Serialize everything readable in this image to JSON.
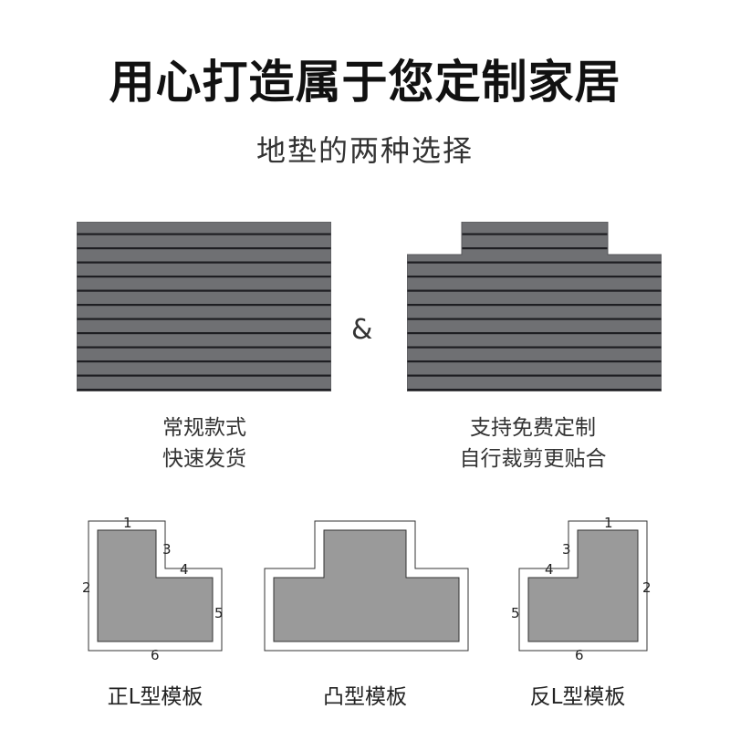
{
  "header": {
    "title": "用心打造属于您定制家居",
    "subtitle": "地垫的两种选择"
  },
  "mats": {
    "connector": "&",
    "standard": {
      "line1": "常规款式",
      "line2": "快速发货"
    },
    "custom": {
      "line1": "支持免费定制",
      "line2": "自行裁剪更贴合"
    },
    "colors": {
      "felt": "#6f7073",
      "stripe": "#1e1e22"
    }
  },
  "templates": [
    {
      "label": "正L型模板",
      "dims": [
        "1",
        "2",
        "3",
        "4",
        "5",
        "6"
      ]
    },
    {
      "label": "凸型模板"
    },
    {
      "label": "反L型模板",
      "dims": [
        "1",
        "2",
        "3",
        "4",
        "5",
        "6"
      ]
    }
  ],
  "template_colors": {
    "fill": "#9a9a9a",
    "outline": "#333333"
  }
}
